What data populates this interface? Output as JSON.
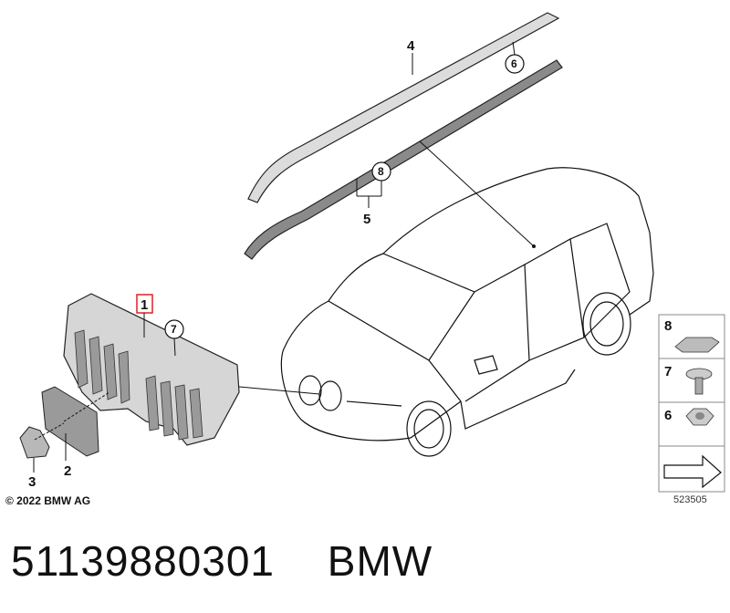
{
  "diagram": {
    "callouts": {
      "c1": "1",
      "c2": "2",
      "c3": "3",
      "c4": "4",
      "c5": "5",
      "c6": "6",
      "c7": "7",
      "c8": "8"
    },
    "legend": {
      "l8": "8",
      "l7": "7",
      "l6": "6"
    },
    "copyright": "© 2022 BMW AG",
    "diagram_id": "523505"
  },
  "footer": {
    "part_number": "51139880301",
    "brand": "BMW"
  },
  "colors": {
    "highlight_box": "#e02020",
    "line": "#111111",
    "part_fill": "#d6d6d6"
  }
}
